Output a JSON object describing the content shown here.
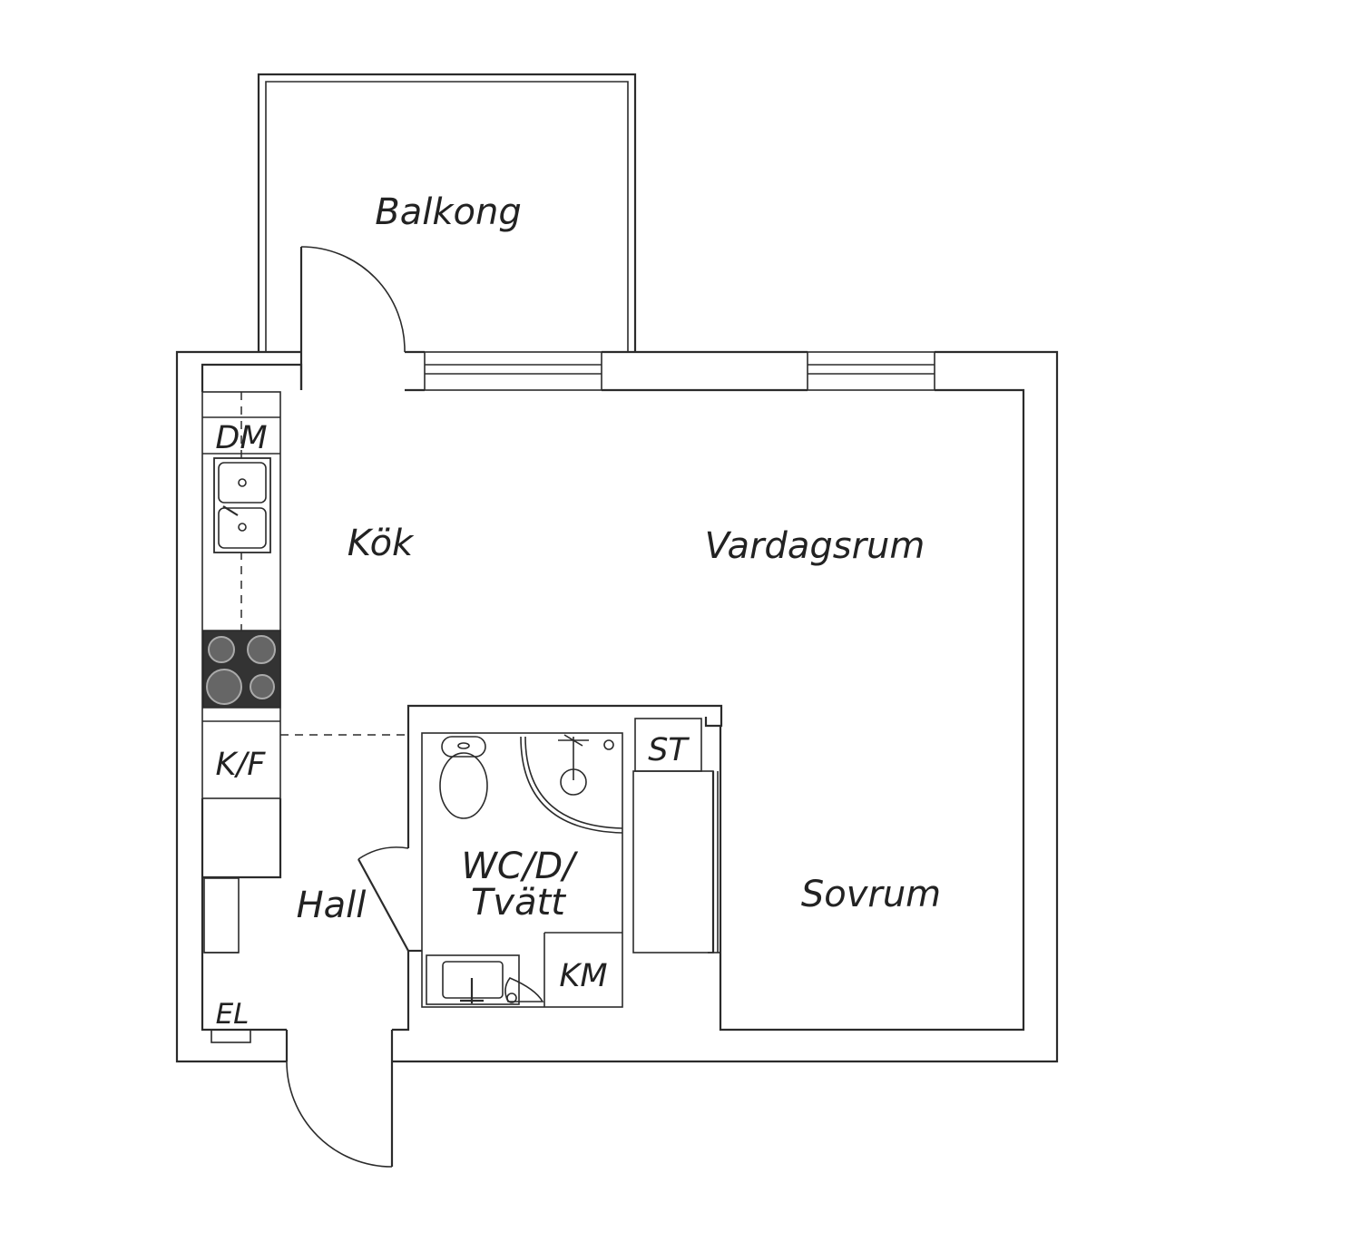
{
  "floorplan": {
    "rooms": {
      "balkong": "Balkong",
      "kok": "Kök",
      "vardagsrum": "Vardagsrum",
      "sovrum": "Sovrum",
      "hall": "Hall",
      "bath_line1": "WC/D/",
      "bath_line2": "Tvätt"
    },
    "fixtures": {
      "dm": "DM",
      "kf": "K/F",
      "st": "ST",
      "km": "KM",
      "el": "EL"
    }
  }
}
